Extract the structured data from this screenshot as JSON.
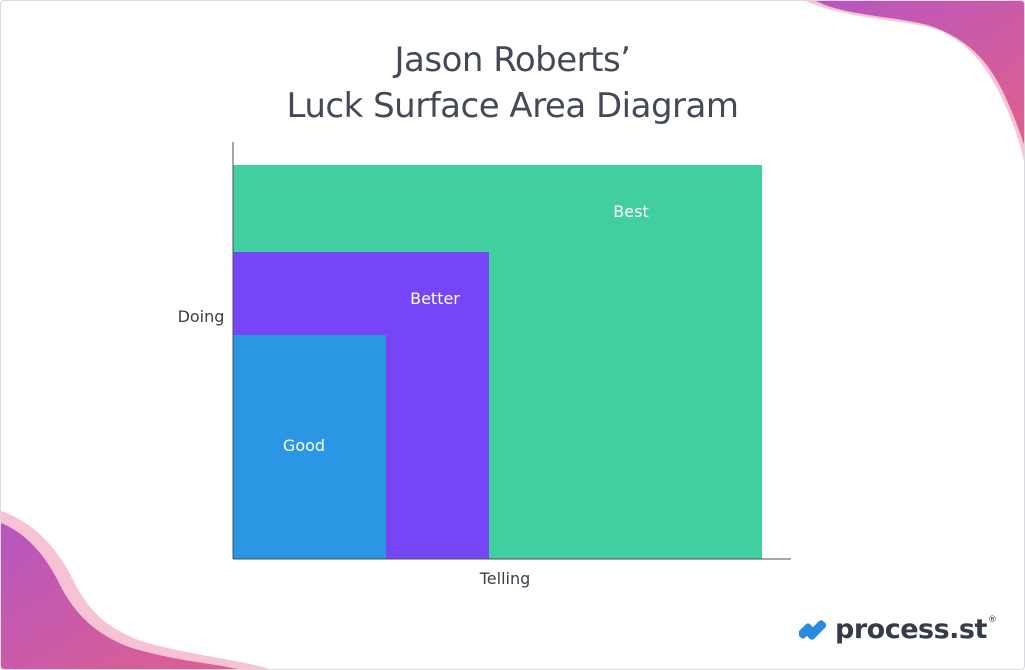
{
  "title": {
    "line1": "Jason Roberts’",
    "line2": "Luck Surface Area Diagram"
  },
  "axes": {
    "x_label": "Telling",
    "y_label": "Doing"
  },
  "regions": [
    {
      "label": "Best",
      "color": "#41cfa1"
    },
    {
      "label": "Better",
      "color": "#7645f5"
    },
    {
      "label": "Good",
      "color": "#2b96e4"
    }
  ],
  "logo": {
    "text": "process.st",
    "mark": "®",
    "brand_color": "#2b8be0"
  },
  "decoration_colors": {
    "blob_primary": "#e0608d",
    "blob_secondary": "#b656c0",
    "blob_light": "#f7c2d3"
  }
}
